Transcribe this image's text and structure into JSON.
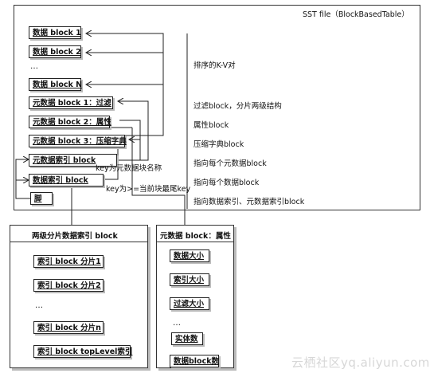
{
  "sst": {
    "title": "SST file（BlockBasedTable）",
    "data_block_1": "数据 block 1",
    "data_block_2": "数据 block 2",
    "ellipsis": "…",
    "data_block_n": "数据 block N",
    "meta_block_1": "元数据 block 1：过滤",
    "meta_block_2": "元数据 block 2：属性",
    "meta_block_3": "元数据 block 3：压缩字典",
    "meta_index_block": "元数据索引 block",
    "data_index_block": "数据索引 block",
    "footer": "脚",
    "key_meta_name": "key为元数据块名称",
    "key_last": "key为>=当前块最尾key"
  },
  "annotations": {
    "sorted_kv": "排序的K-V对",
    "filter_block": "过滤block，分片两级结构",
    "props_block": "属性block",
    "compress_dict": "压缩字典block",
    "points_meta": "指向每个元数据block",
    "points_data": "指向每个数据block",
    "points_index": "指向数据索引、元数据索引block"
  },
  "two_level": {
    "title": "两级分片数据索引 block",
    "shard_1": "索引 block 分片1",
    "shard_2": "索引 block 分片2",
    "ellipsis": "…",
    "shard_n": "索引 block 分片n",
    "top_level": "索引 block topLevel索引"
  },
  "props": {
    "title": "元数据 block：属性",
    "data_size": "数据大小",
    "index_size": "索引大小",
    "filter_size": "过滤大小",
    "ellipsis": "…",
    "entries": "实体数",
    "num_data_blocks": "数据block数"
  },
  "watermark": "云栖社区yq.aliyun.com"
}
